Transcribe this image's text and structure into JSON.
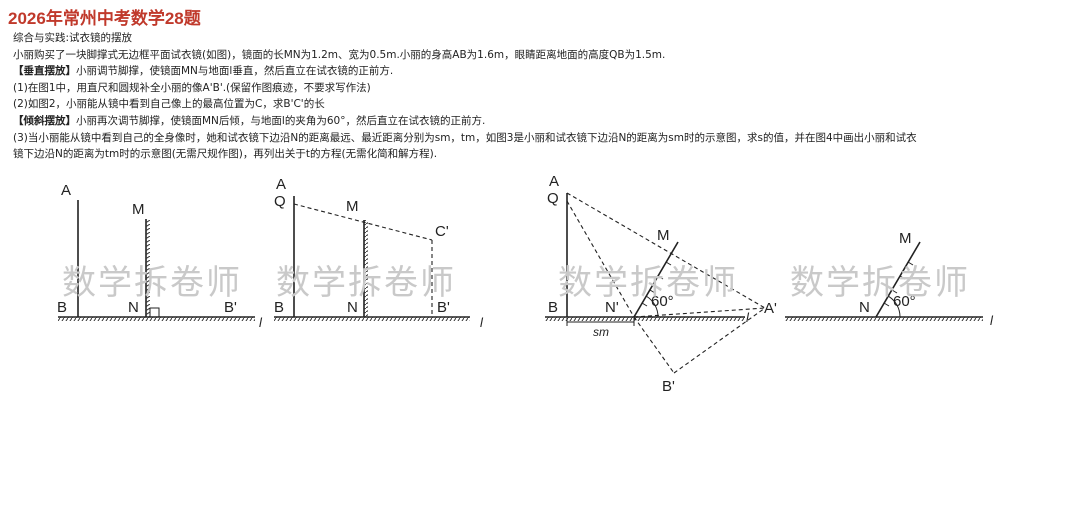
{
  "title": "2026年常州中考数学28题",
  "problem": {
    "heading": "综合与实践:试衣镜的摆放",
    "intro": "小丽购买了一块脚撑式无边框平面试衣镜(如图)，镜面的长MN为1.2m、宽为0.5m.小丽的身高AB为1.6m，眼睛距离地面的高度QB为1.5m.",
    "section1_tag": "【垂直摆放】",
    "section1_text": "小丽调节脚撑，使镜面MN与地面l垂直，然后直立在试衣镜的正前方.",
    "q1": "(1)在图1中，用直尺和圆规补全小丽的像A'B'.(保留作图痕迹，不要求写作法)",
    "q2": "(2)如图2，小丽能从镜中看到自己像上的最高位置为C，求B'C'的长",
    "section2_tag": "【倾斜摆放】",
    "section2_text": "小丽再次调节脚撑，使镜面MN后倾，与地面l的夹角为60°，然后直立在试衣镜的正前方.",
    "q3_line1": "(3)当小丽能从镜中看到自己的全身像时，她和试衣镜下边沿N的距离最远、最近距离分别为sm，tm，如图3是小丽和试衣镜下边沿N的距离为sm时的示意图，求s的值，并在图4中画出小丽和试衣",
    "q3_line2": "镜下边沿N的距离为tm时的示意图(无需尺规作图)，再列出关于t的方程(无需化简和解方程)."
  },
  "watermark": "数学拆卷师",
  "figure_labels": {
    "A": "A",
    "B": "B",
    "M": "M",
    "N": "N",
    "Q": "Q",
    "A_prime": "A'",
    "B_prime": "B'",
    "C_prime": "C'",
    "N_prime": "N'",
    "l": "l",
    "angle": "60°",
    "sm": "sm"
  }
}
